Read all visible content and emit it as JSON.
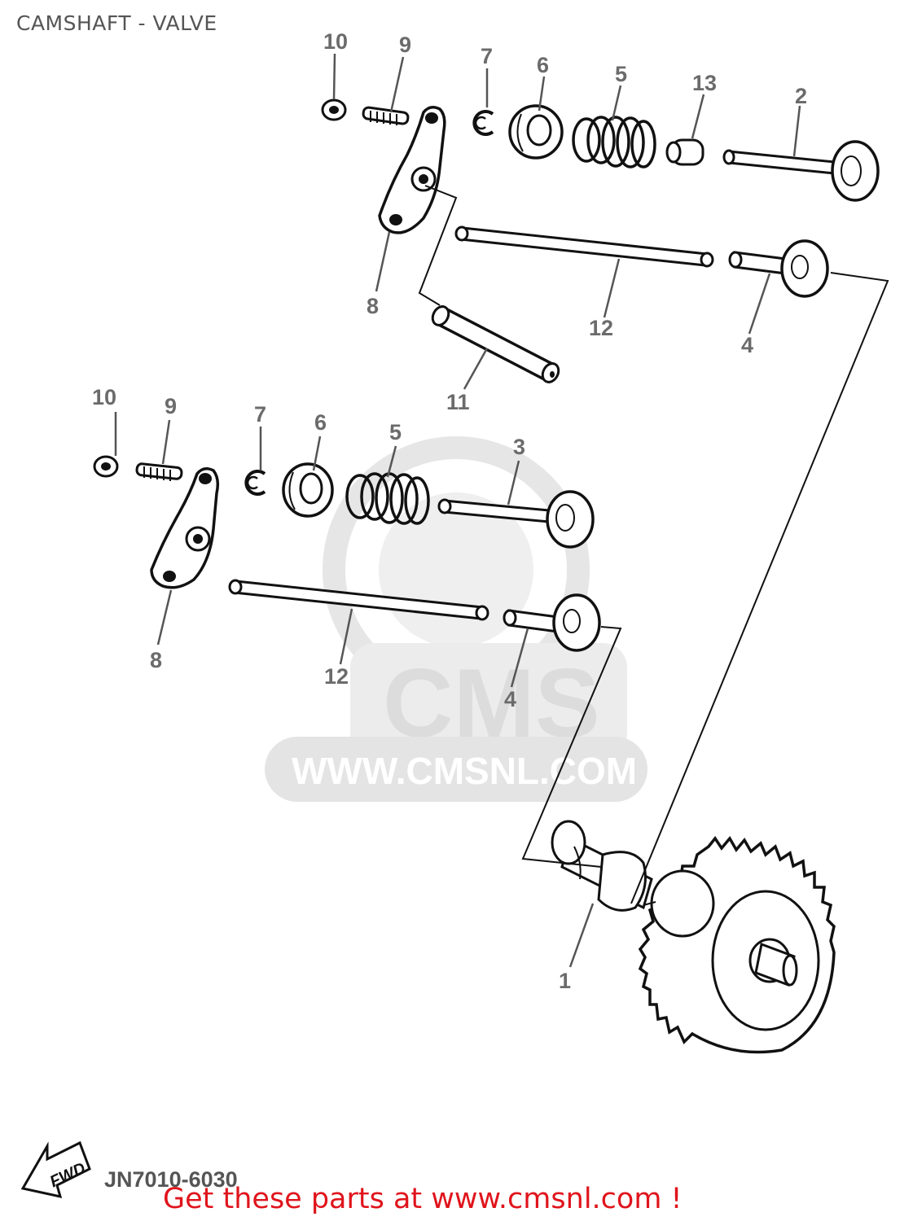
{
  "title": "CAMSHAFT - VALVE",
  "diagram_code": "JN7010-6030",
  "cta": "Get these parts at www.cmsnl.com !",
  "fwd_label": "FWD",
  "watermark": {
    "brand": "CMS",
    "url": "WWW.CMSNL.COM"
  },
  "callouts": {
    "top_10": "10",
    "top_9": "9",
    "top_7": "7",
    "top_6": "6",
    "top_5": "5",
    "top_13": "13",
    "top_2": "2",
    "top_8": "8",
    "top_12": "12",
    "top_4": "4",
    "top_11": "11",
    "bot_10": "10",
    "bot_9": "9",
    "bot_7": "7",
    "bot_6": "6",
    "bot_5": "5",
    "bot_3": "3",
    "bot_8": "8",
    "bot_12": "12",
    "bot_4": "4",
    "cam_1": "1"
  },
  "colors": {
    "ink": "#111111",
    "label": "#6b6b6b",
    "title": "#555555",
    "cta": "#e0141c",
    "watermark": "#e6e6e6"
  }
}
